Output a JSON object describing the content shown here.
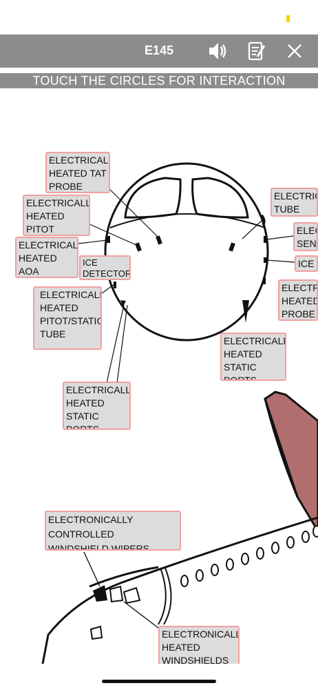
{
  "header": {
    "title": "E145"
  },
  "banner": "TOUCH THE CIRCLES FOR INTERACTION",
  "icons": {
    "sound": "speaker-icon",
    "notes": "notepad-icon",
    "close": "close-icon"
  },
  "callouts": {
    "tat_probe": "ELECTRICALLY\nHEATED  TAT\nPROBE",
    "pitot_tube_left": "ELECTRICALLY\nHEATED PITOT\nTUBE",
    "aoa_sensor": "ELECTRICALLY\nHEATED AOA\nSENSOR",
    "ice_detector_left": "ICE\nDETECTOR",
    "pitot_static_tube": "ELECTRICALLY\nHEATED\nPITOT/STATIC\nTUBE",
    "static_ports_left": "ELECTRICALLY\nHEATED\nSTATIC PORTS",
    "pitot_tube_right": "ELECTRICA\nTUBE",
    "sensor_right": "ELEC\nSENS",
    "ice_detector_right": "ICE D",
    "probe_right": "ELECTRIC\nHEATED\nPROBE",
    "static_ports_right": "ELECTRICALLY\nHEATED\nSTATIC PORTS",
    "wipers": "ELECTRONICALLY CONTROLLED\nWINDSHIELD WIPERS",
    "windshields": "ELECTRONICALLY\nHEATED\nWINDSHIELDS"
  },
  "colors": {
    "header_bg": "#8c8c8c",
    "callout_bg": "#dcdcdc",
    "callout_border": "#f0a0a0",
    "tail_fill": "#b06e6e"
  }
}
